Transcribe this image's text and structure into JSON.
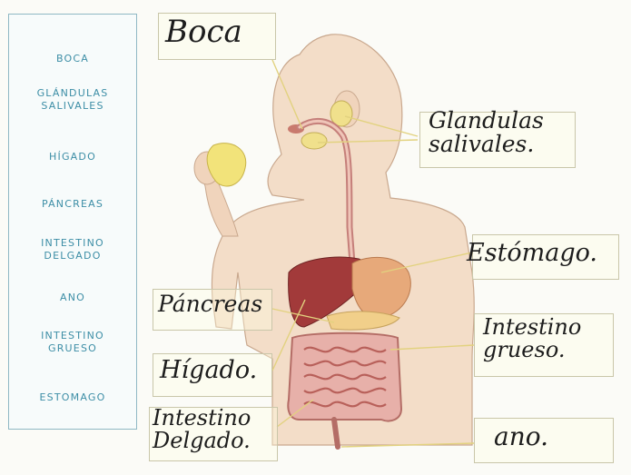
{
  "word_bank": {
    "items": [
      "BOCA",
      "GLÁNDULAS\nSALIVALES",
      "HÍGADO",
      "PÁNCREAS",
      "INTESTINO\nDELGADO",
      "ANO",
      "INTESTINO\nGRUESO",
      "ESTOMAGO"
    ]
  },
  "labels": {
    "boca": "Boca",
    "glandulas": "Glandulas\nsalivales.",
    "estomago": "Estómago.",
    "pancreas": "Páncreas",
    "intestino_grueso": "Intestino\ngrueso.",
    "higado": "Hígado.",
    "intestino_delgado": "Intestino\nDelgado.",
    "ano": "ano."
  },
  "colors": {
    "word_bank_text": "#3d8ea6",
    "skin": "#f3ddc8",
    "liver": "#a23a3a",
    "stomach": "#e7a97a",
    "intestine": "#d28a86",
    "leader_line": "#e8d88a"
  }
}
